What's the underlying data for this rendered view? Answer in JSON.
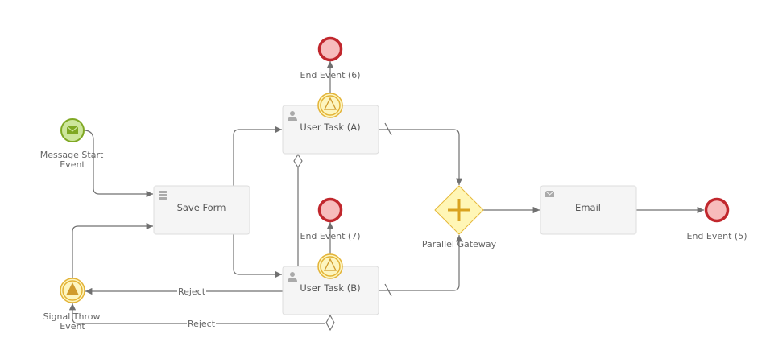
{
  "diagram": {
    "type": "bpmn-process",
    "colors": {
      "task_fill": "#f5f5f5",
      "task_stroke": "#dddddd",
      "flow": "#707070",
      "start_fill": "#cde69c",
      "start_stroke": "#7fa823",
      "end_fill": "#f7bcbc",
      "end_stroke": "#c1272d",
      "signal_fill": "#fdf5bf",
      "signal_stroke": "#e3b336",
      "signal_throw_fill": "#d09b2c",
      "gateway_fill": "#fff6b6",
      "gateway_stroke": "#e6b93a",
      "gateway_marker": "#d9a21f",
      "icon": "#aaaaaa"
    },
    "nodes": {
      "message_start": {
        "label_line1": "Message Start",
        "label_line2": "Event",
        "icon": "envelope-icon"
      },
      "save_form": {
        "label": "Save Form",
        "icon": "database-icon"
      },
      "user_task_a": {
        "label": "User Task (A)",
        "icon": "user-icon"
      },
      "user_task_b": {
        "label": "User Task (B)",
        "icon": "user-icon"
      },
      "boundary_a": {
        "icon": "signal-icon"
      },
      "boundary_b": {
        "icon": "signal-icon"
      },
      "end_6": {
        "label": "End Event (6)"
      },
      "end_7": {
        "label": "End Event (7)"
      },
      "parallel_gateway": {
        "label": "Parallel Gateway",
        "icon": "plus-icon"
      },
      "email": {
        "label": "Email",
        "icon": "envelope-icon"
      },
      "end_5": {
        "label": "End Event (5)"
      },
      "signal_throw": {
        "label_line1": "Signal Throw",
        "label_line2": "Event",
        "icon": "signal-throw-icon"
      }
    },
    "flows": {
      "reject_a": {
        "label": "Reject"
      },
      "reject_b": {
        "label": "Reject"
      }
    }
  }
}
